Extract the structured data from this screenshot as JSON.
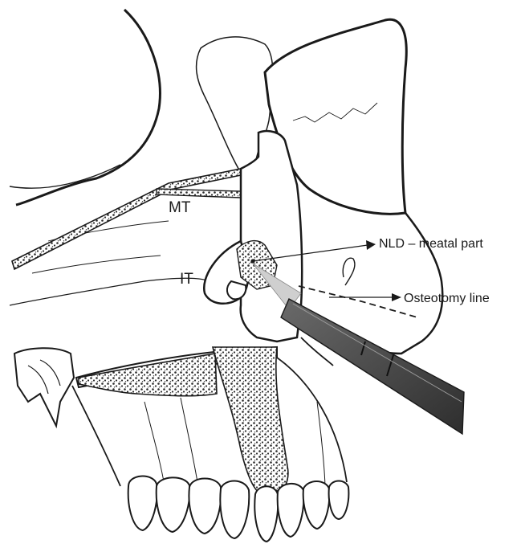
{
  "labels": {
    "mt": "MT",
    "it": "IT",
    "nld": "NLD – meatal part",
    "osteotomy": "Osteotomy line"
  },
  "colors": {
    "ink": "#1a1a1a",
    "bone_fill": "#ffffff",
    "cancellous": "#3a3a3a",
    "instrument": "#4a4a4a",
    "light_cone": "#cfcfcf"
  }
}
